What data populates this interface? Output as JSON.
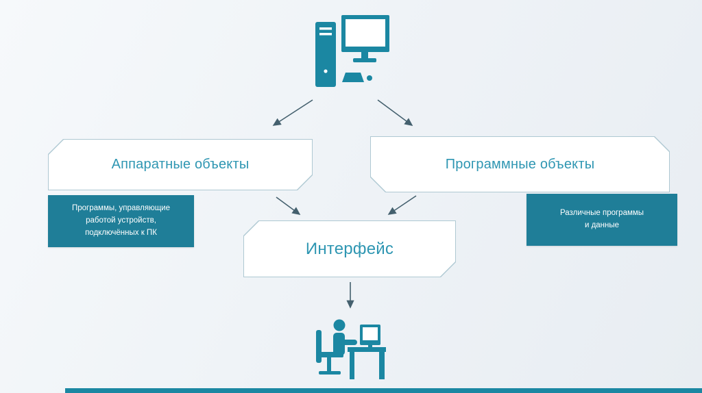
{
  "slide": {
    "accent_color": "#1b87a2",
    "note_box_color": "#1f7e98",
    "heading_color": "#2e96b2",
    "arrow_color": "#44606e",
    "background_color": "#eff3f7",
    "box_border_color": "#aec8d2"
  },
  "nodes": {
    "hardware": {
      "label": "Аппаратные объекты"
    },
    "software": {
      "label": "Программные объекты"
    },
    "interface": {
      "label": "Интерфейс"
    }
  },
  "notes": {
    "hardware": {
      "text": "Программы, управляющие\nработой устройств,\nподключённых к ПК"
    },
    "software": {
      "text": "Различные программы\nи данные"
    }
  },
  "icons": {
    "computer": "desktop-computer-icon",
    "user": "user-at-computer-icon"
  }
}
